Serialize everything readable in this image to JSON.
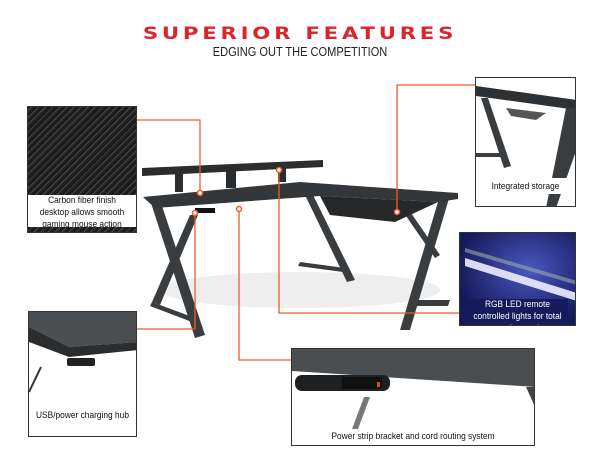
{
  "header": {
    "title": "SUPERIOR FEATURES",
    "subtitle": "EDGING OUT THE COMPETITION"
  },
  "features": [
    {
      "caption": "Carbon fiber finish desktop allows smooth gaming mouse action"
    },
    {
      "caption": "Integrated storage"
    },
    {
      "caption": "RGB LED remote controlled lights for total game immersion"
    },
    {
      "caption": "USB/power charging hub"
    },
    {
      "caption": "Power strip bracket and cord routing system"
    }
  ],
  "colors": {
    "accent": "#d7262c",
    "callout_line": "#f05a28",
    "desk": "#2e3133"
  }
}
